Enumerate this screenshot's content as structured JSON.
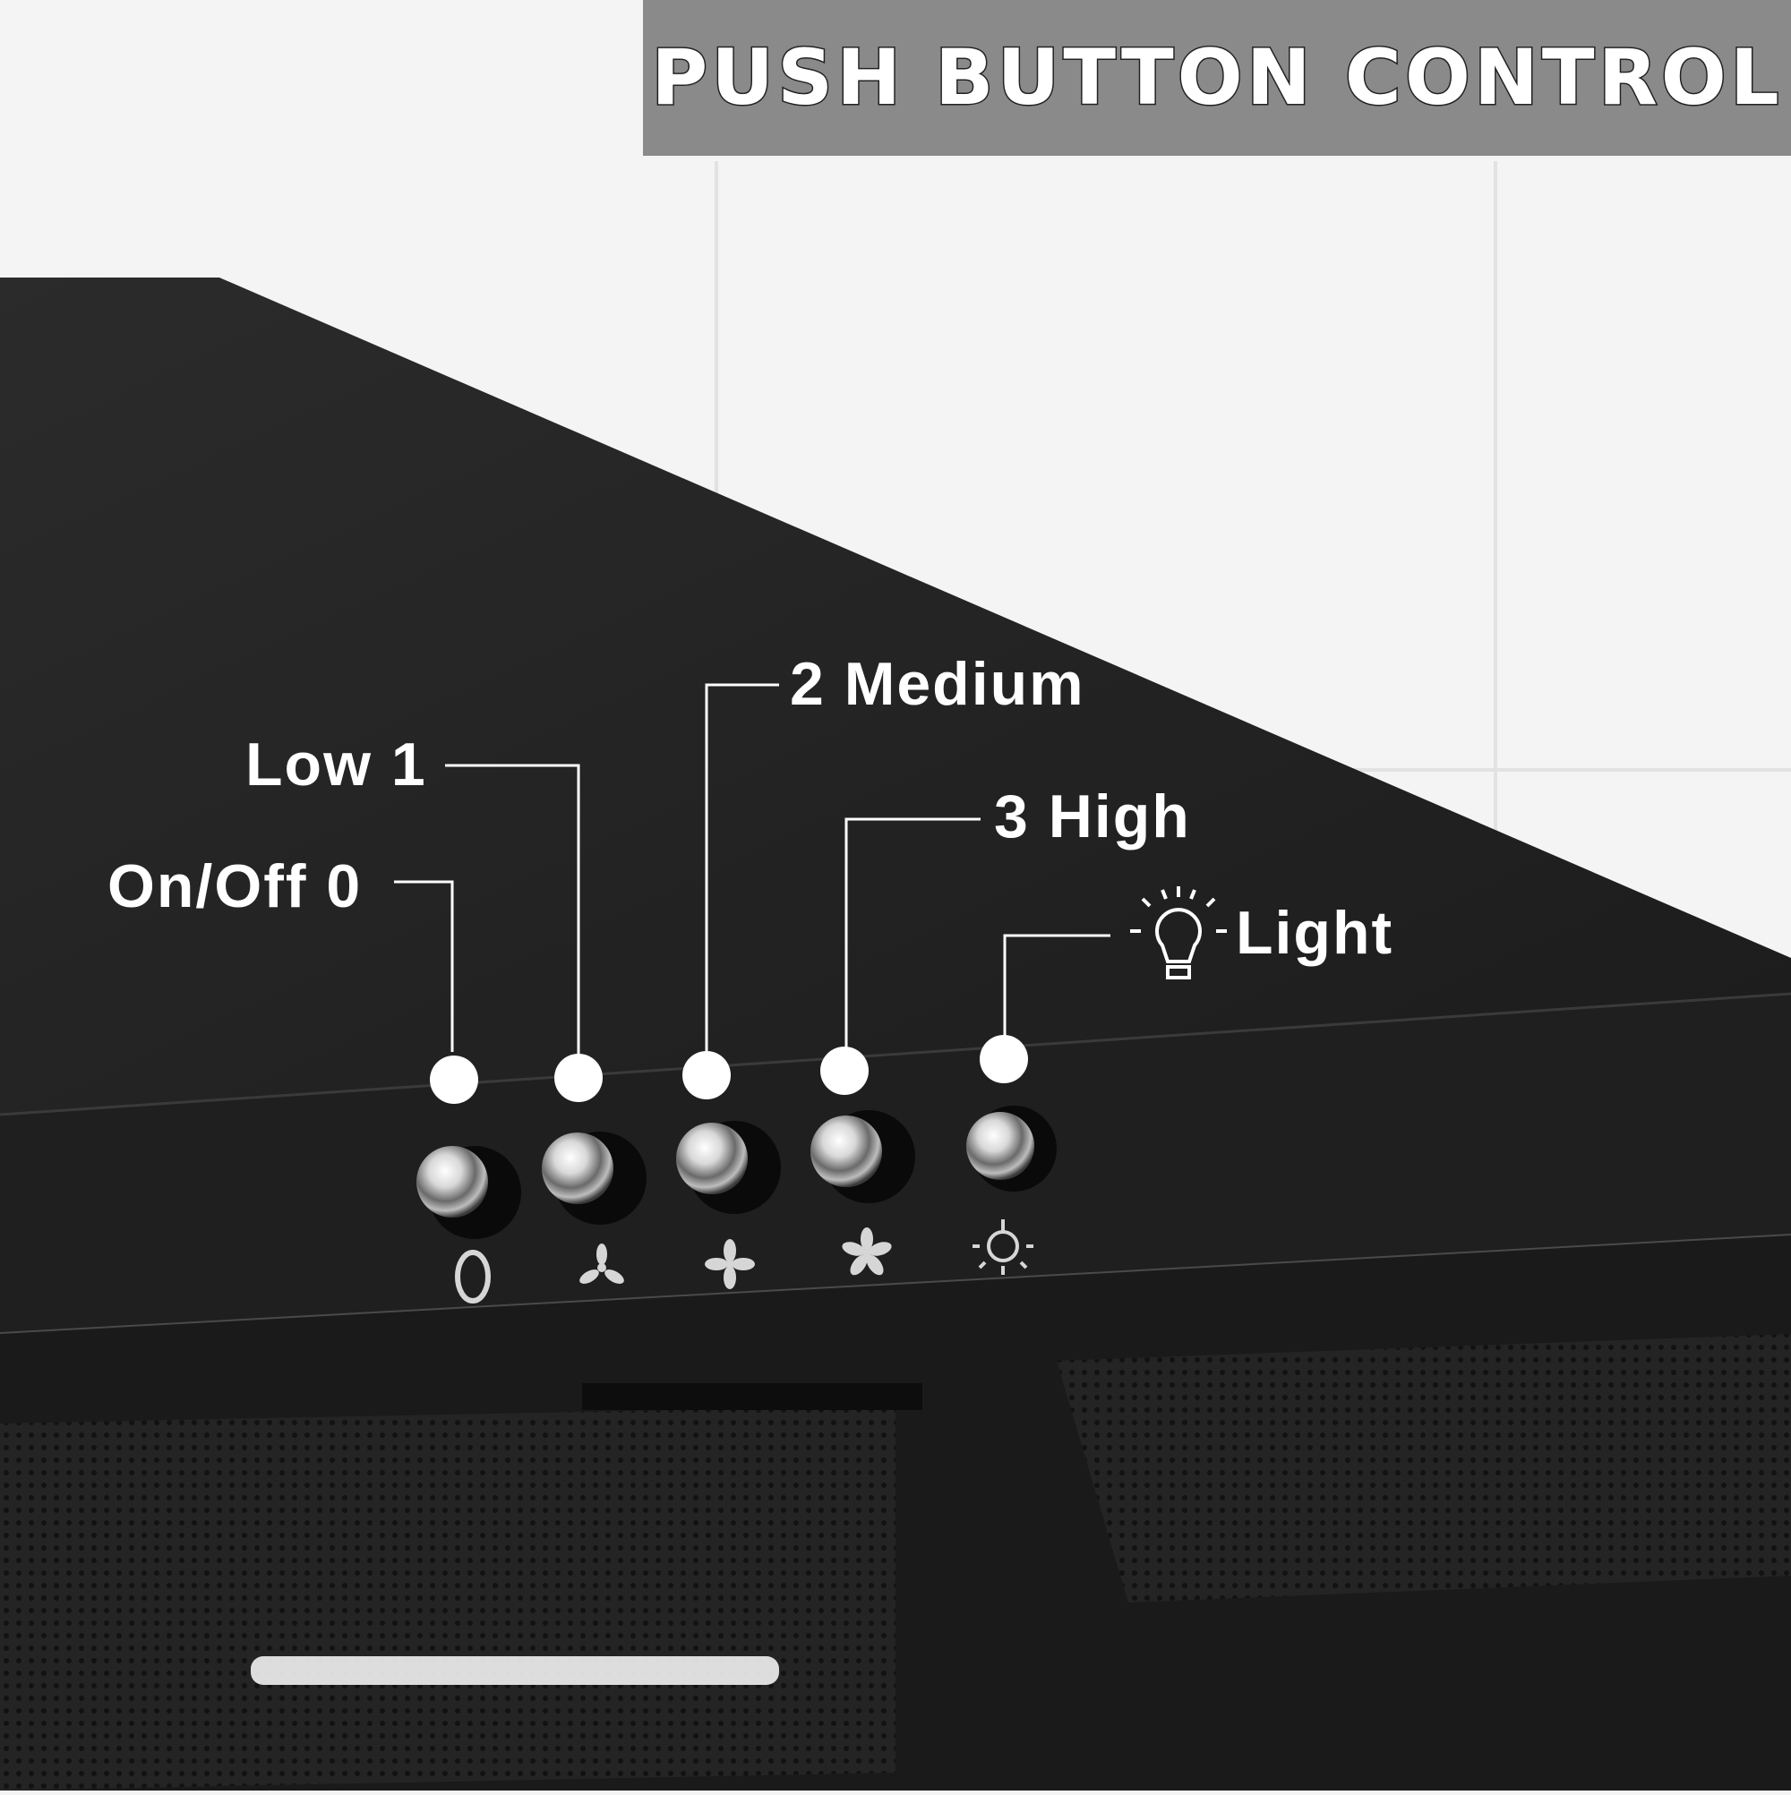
{
  "banner": {
    "title": "PUSH BUTTON CONTROL"
  },
  "callouts": {
    "on_off": "On/Off 0",
    "low": "Low 1",
    "medium": "2 Medium",
    "high": "3 High",
    "light": "Light"
  },
  "panel_symbols": [
    "0",
    "fan-low-icon",
    "fan-medium-icon",
    "fan-high-icon",
    "light-icon"
  ],
  "colors": {
    "hood": "#232323",
    "banner": "#8a8a8a",
    "text": "#ffffff",
    "wall": "#f4f4f4"
  }
}
